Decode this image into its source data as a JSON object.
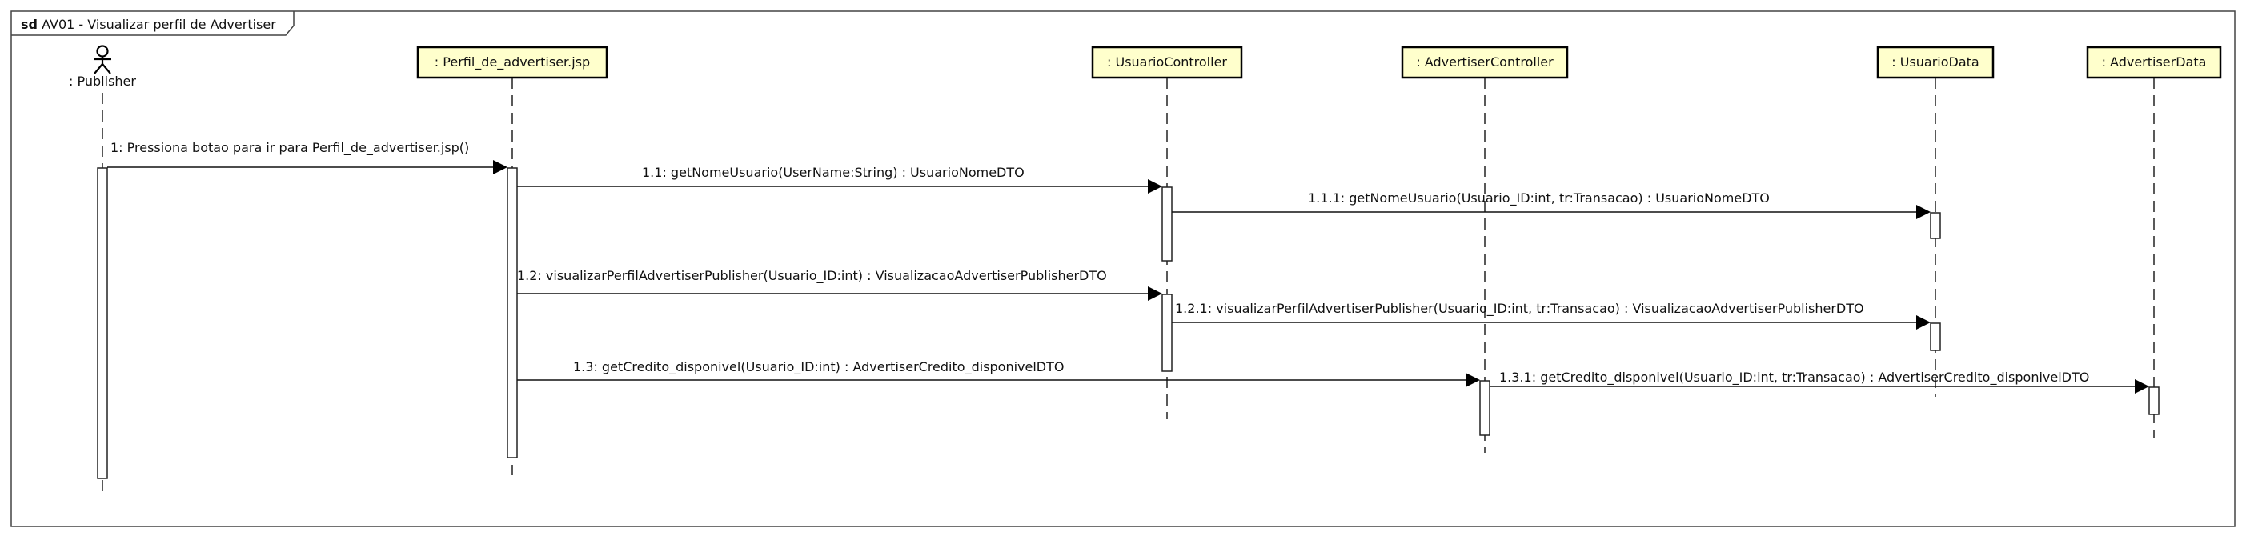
{
  "frame": {
    "keyword": "sd",
    "name": "AV01 - Visualizar perfil de Advertiser"
  },
  "lifelines": [
    {
      "id": "publisher",
      "name": ": Publisher",
      "kind": "actor"
    },
    {
      "id": "perfil_jsp",
      "name": ": Perfil_de_advertiser.jsp",
      "kind": "object"
    },
    {
      "id": "usuario_controller",
      "name": ": UsuarioController",
      "kind": "object"
    },
    {
      "id": "advertiser_controller",
      "name": ": AdvertiserController",
      "kind": "object"
    },
    {
      "id": "usuario_data",
      "name": ": UsuarioData",
      "kind": "object"
    },
    {
      "id": "advertiser_data",
      "name": ": AdvertiserData",
      "kind": "object"
    }
  ],
  "messages": [
    {
      "id": "m1",
      "from": "publisher",
      "to": "perfil_jsp",
      "label": "1: Pressiona botao para ir para Perfil_de_advertiser.jsp()"
    },
    {
      "id": "m1_1",
      "from": "perfil_jsp",
      "to": "usuario_controller",
      "label": "1.1: getNomeUsuario(UserName:String) : UsuarioNomeDTO"
    },
    {
      "id": "m1_1_1",
      "from": "usuario_controller",
      "to": "usuario_data",
      "label": "1.1.1: getNomeUsuario(Usuario_ID:int, tr:Transacao) : UsuarioNomeDTO"
    },
    {
      "id": "m1_2",
      "from": "perfil_jsp",
      "to": "usuario_controller",
      "label": "1.2: visualizarPerfilAdvertiserPublisher(Usuario_ID:int) : VisualizacaoAdvertiserPublisherDTO"
    },
    {
      "id": "m1_2_1",
      "from": "usuario_controller",
      "to": "usuario_data",
      "label": "1.2.1: visualizarPerfilAdvertiserPublisher(Usuario_ID:int, tr:Transacao) : VisualizacaoAdvertiserPublisherDTO"
    },
    {
      "id": "m1_3",
      "from": "perfil_jsp",
      "to": "advertiser_controller",
      "label": "1.3: getCredito_disponivel(Usuario_ID:int) : AdvertiserCredito_disponivelDTO"
    },
    {
      "id": "m1_3_1",
      "from": "advertiser_controller",
      "to": "advertiser_data",
      "label": "1.3.1: getCredito_disponivel(Usuario_ID:int, tr:Transacao) : AdvertiserCredito_disponivelDTO"
    }
  ]
}
